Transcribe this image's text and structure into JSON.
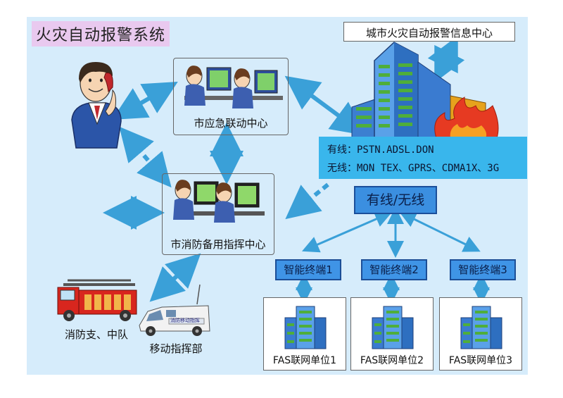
{
  "title": "火灾自动报警系统",
  "city_center": {
    "label": "城市火灾自动报警信息中心"
  },
  "emergency_center": {
    "label": "市应急联动中心"
  },
  "backup_center": {
    "label": "市消防备用指挥中心"
  },
  "fire_brigade": {
    "label": "消防支、中队"
  },
  "mobile_command": {
    "label": "移动指挥部",
    "van_text": "消防移动指挥"
  },
  "network_info": {
    "wired": "有线：PSTN.ADSL.DON",
    "wireless": "无线：MON TEX、GPRS、CDMA1X、3G"
  },
  "network_box": {
    "label": "有线/无线"
  },
  "terminals": [
    {
      "label": "智能终端1"
    },
    {
      "label": "智能终端2"
    },
    {
      "label": "智能终端3"
    }
  ],
  "units": [
    {
      "label": "FAS联网单位1"
    },
    {
      "label": "FAS联网单位2"
    },
    {
      "label": "FAS联网单位3"
    }
  ],
  "colors": {
    "background": "#d6ecfb",
    "arrow": "#3aa0d8",
    "terminal": "#3f94e6",
    "info_bar": "#39b6ec",
    "title_bg": "#e9c9ef"
  },
  "icons": [
    "person-phone-icon",
    "operator-workstation-icon",
    "building-icon",
    "fire-icon",
    "fire-truck-icon",
    "command-van-icon"
  ]
}
